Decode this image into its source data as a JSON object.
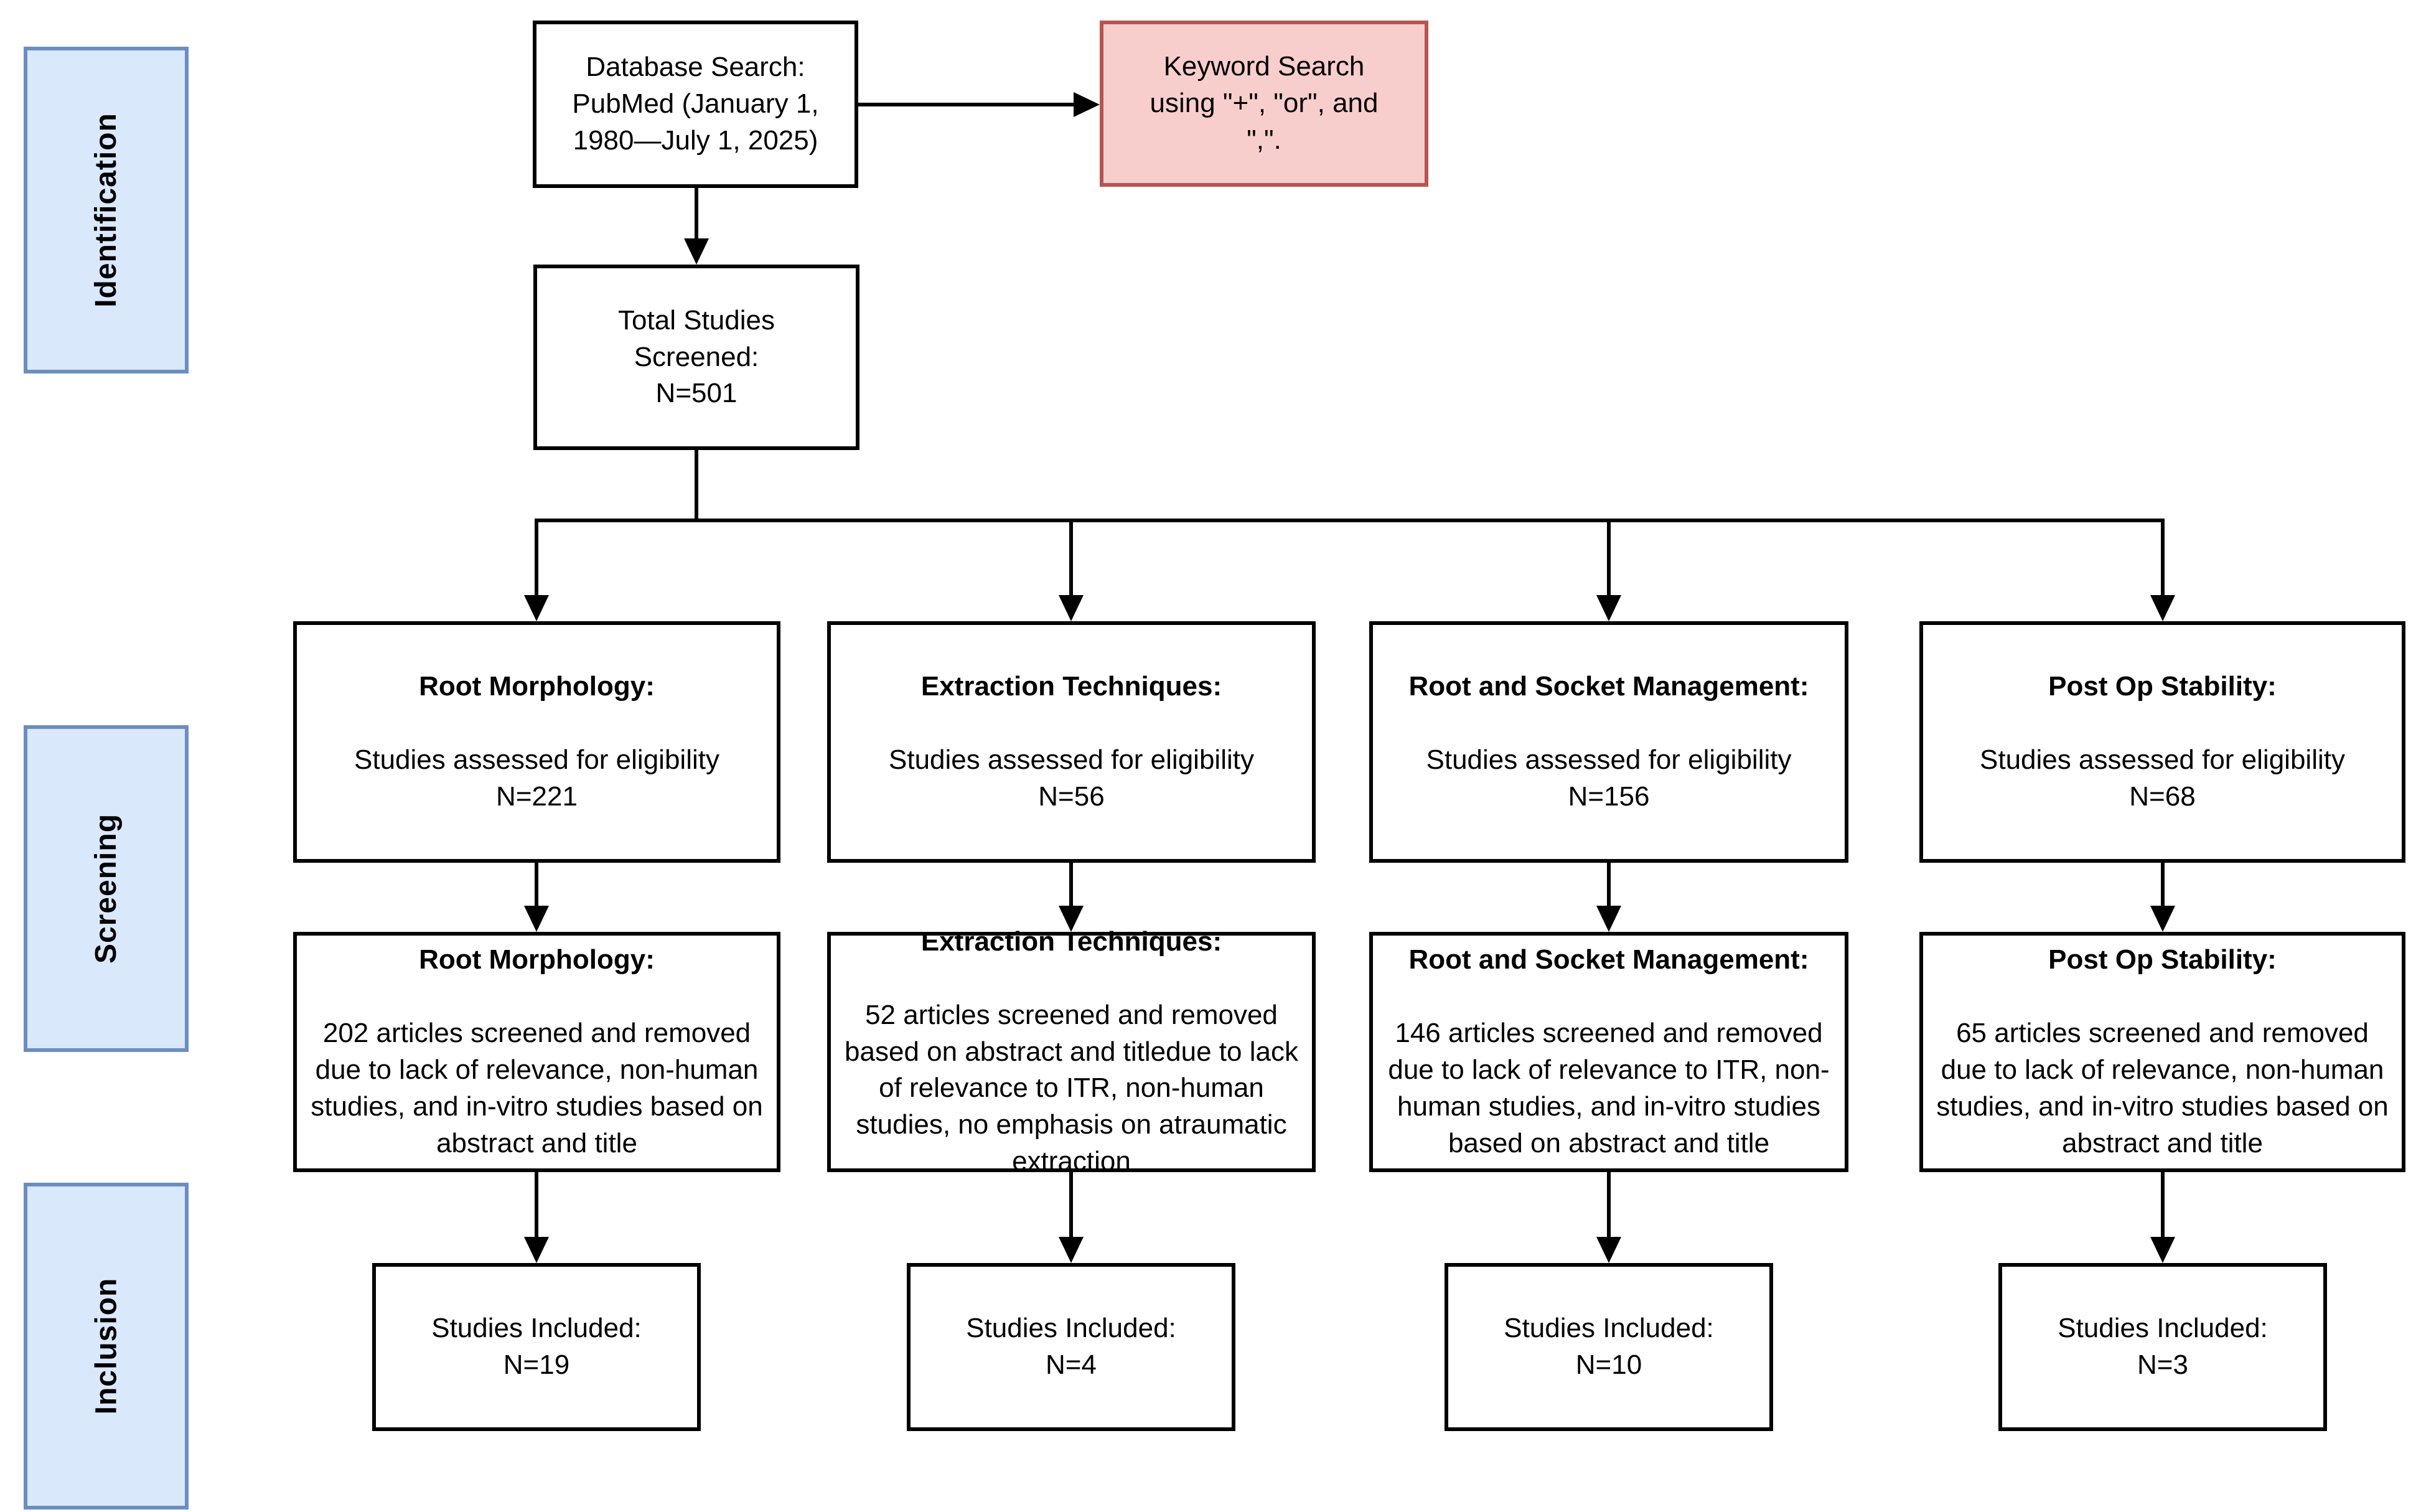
{
  "sidebar": {
    "identification": "Identification",
    "screening": "Screening",
    "inclusion": "Inclusion"
  },
  "top": {
    "database_search": "Database Search:\nPubMed (January 1,\n1980—July 1, 2025)",
    "keyword_search": "Keyword Search\nusing \"+\", \"or\", and\n\",\".",
    "total_screened": "Total Studies\nScreened:\nN=501"
  },
  "columns": [
    {
      "eligibility": {
        "title": "Root Morphology:",
        "body": "Studies assessed for eligibility\nN=221"
      },
      "screened": {
        "title": "Root Morphology:",
        "body": "202 articles screened and removed due to lack of relevance, non-human studies, and in-vitro studies based on abstract and title"
      },
      "included": "Studies Included:\nN=19"
    },
    {
      "eligibility": {
        "title": "Extraction Techniques:",
        "body": "Studies assessed for eligibility\nN=56"
      },
      "screened": {
        "title": "Extraction Techniques:",
        "body": "52 articles screened and removed based on abstract and titledue to lack of relevance to ITR, non-human studies, no emphasis on atraumatic extraction"
      },
      "included": "Studies Included:\nN=4"
    },
    {
      "eligibility": {
        "title": "Root and Socket Management:",
        "body": "Studies assessed for eligibility\nN=156"
      },
      "screened": {
        "title": "Root and Socket Management:",
        "body": "146 articles screened and removed due to lack of relevance to ITR, non-human studies, and in-vitro studies based on abstract and title"
      },
      "included": "Studies Included:\nN=10"
    },
    {
      "eligibility": {
        "title": "Post Op Stability:",
        "body": "Studies assessed for eligibility\nN=68"
      },
      "screened": {
        "title": "Post Op Stability:",
        "body": "65 articles screened and removed due to lack of relevance, non-human studies, and in-vitro studies based on abstract and title"
      },
      "included": "Studies Included:\nN=3"
    }
  ],
  "colors": {
    "stage_fill": "#dae8fc",
    "stage_border": "#6c8ebf",
    "highlight_fill": "#f8cecc",
    "highlight_border": "#b85450",
    "box_border": "#000000",
    "arrow": "#000000"
  }
}
